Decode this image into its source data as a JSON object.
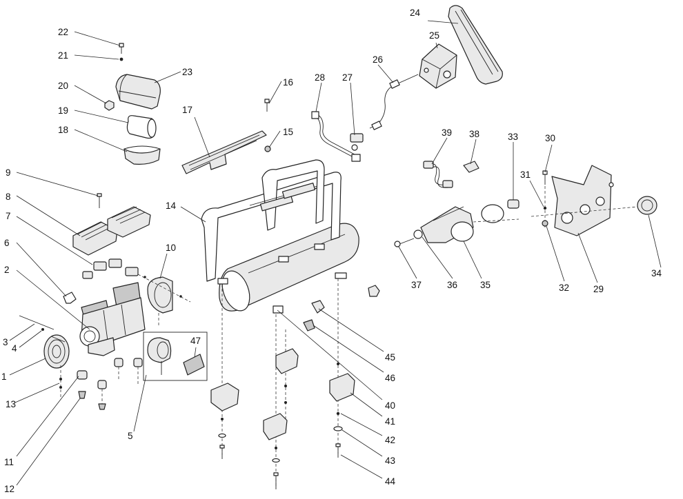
{
  "callouts": [
    "1",
    "2",
    "3",
    "4",
    "5",
    "6",
    "7",
    "8",
    "9",
    "10",
    "11",
    "12",
    "13",
    "14",
    "15",
    "16",
    "17",
    "18",
    "19",
    "20",
    "21",
    "22",
    "23",
    "24",
    "25",
    "26",
    "27",
    "28",
    "29",
    "30",
    "31",
    "32",
    "33",
    "34",
    "35",
    "36",
    "37",
    "38",
    "39",
    "40",
    "41",
    "42",
    "43",
    "44",
    "45",
    "46",
    "47"
  ]
}
